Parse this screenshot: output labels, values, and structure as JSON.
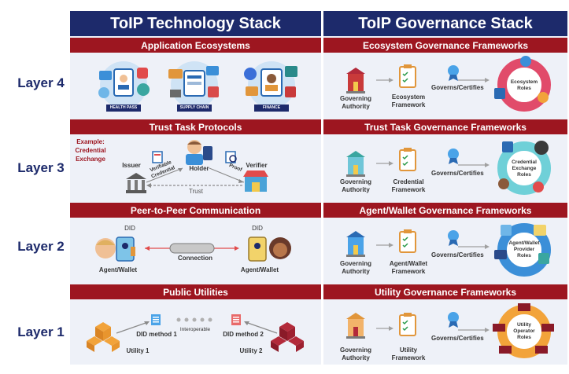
{
  "left_title": "ToIP Technology Stack",
  "right_title": "ToIP Governance Stack",
  "layers": [
    {
      "label": "Layer 4",
      "tech_band": "Application Ecosystems",
      "gov_band": "Ecosystem Governance Frameworks",
      "app_cards": [
        "HEALTH PASS",
        "SUPPLY CHAIN",
        "FINANCE"
      ],
      "gov_framework": "Ecosystem Framework",
      "gov_roles": "Ecosystem Roles"
    },
    {
      "label": "Layer 3",
      "tech_band": "Trust Task Protocols",
      "gov_band": "Trust Task Governance Frameworks",
      "example": "Example: Credential Exchange",
      "issuer": "Issuer",
      "holder": "Holder",
      "verifier": "Verifier",
      "verifiable_credential": "Verifiable Credential",
      "proof": "Proof",
      "trust": "Trust",
      "gov_framework": "Credential Framework",
      "gov_roles": "Credential Exchange Roles"
    },
    {
      "label": "Layer 2",
      "tech_band": "Peer-to-Peer Communication",
      "gov_band": "Agent/Wallet Governance Frameworks",
      "did": "DID",
      "connection": "Connection",
      "agent_wallet": "Agent/Wallet",
      "gov_framework": "Agent/Wallet Framework",
      "gov_roles": "Agent/Wallet Provider Roles"
    },
    {
      "label": "Layer 1",
      "tech_band": "Public Utilities",
      "gov_band": "Utility Governance Frameworks",
      "did_method_1": "DID method 1",
      "did_method_2": "DID method 2",
      "interoperable": "Interoperable",
      "utility_1": "Utility 1",
      "utility_2": "Utility 2",
      "gov_framework": "Utility Framework",
      "gov_roles": "Utility Operator Roles"
    }
  ],
  "governing_authority": "Governing Authority",
  "governs_certifies": "Governs/Certifies",
  "colors": {
    "navy": "#1d2a6b",
    "band_red": "#9d1620",
    "panel_bg": "#eef1f8"
  }
}
